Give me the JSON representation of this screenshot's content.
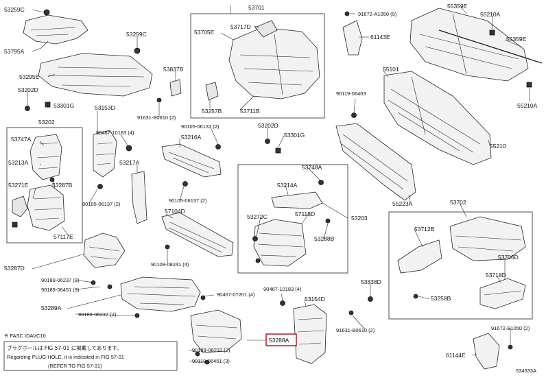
{
  "labels": {
    "l53259c_top": "53259C",
    "l53795a": "53795A",
    "l53259c_mid": "53259C",
    "l53295e": "53295E",
    "l53202d_left": "53202D",
    "l53301g_left": "53301G",
    "l53153d": "53153D",
    "l53202": "53202",
    "l53747a": "53747A",
    "l53213a": "53213A",
    "l53271e": "53271E",
    "l53287b": "53287B",
    "l57117e": "57117E",
    "l53287d": "53287D",
    "l53289a": "53289A",
    "l90467_10183_a": "90467-10183 (4)",
    "l53217a": "53217A",
    "l53216a": "53216A",
    "l90105_06137_a": "90105-06137 (2)",
    "l90105_06137_b": "90105-06137 (2)",
    "l90105_06137_c": "90105-06137 (2)",
    "l57104d": "57104D",
    "l90109_08241": "90109-08241 (4)",
    "l90189_06237_a": "90189-06237 (2)",
    "l90189_06451_a": "90189-06451 (3)",
    "l90189_06237_b": "90189-06237 (2)",
    "l53701": "53701",
    "l53717d": "53717D",
    "l53705e": "53705E",
    "l53837b": "53837B",
    "l53257b": "53257B",
    "l53711b": "53711B",
    "l91631_b0610_a": "91631-B0610 (2)",
    "l53202d_mid": "53202D",
    "l53301g_mid": "53301G",
    "l53748a": "53748A",
    "l53214a": "53214A",
    "l53272c": "53272C",
    "l57118d": "57118D",
    "l53288b": "53288B",
    "l53203": "53203",
    "l90467_07201": "90467-07201 (4)",
    "l90467_10183_b": "90467-10183 (4)",
    "l53154d": "53154D",
    "l53288a": "53288A",
    "l90189_06237_c": "90189-06237 (2)",
    "l90119_06451": "90119-06451 (3)",
    "l91672_a1050": "91672-A1050 (9)",
    "l61143e": "61143E",
    "l90119_06403": "90119-06403",
    "l55101": "55101",
    "l55359e_top": "55359E",
    "l55210a_top": "55210A",
    "l55359e_right": "55359E",
    "l55210a_mid": "55210A",
    "l55210": "55210",
    "l55223a": "55223A",
    "l53702": "53702",
    "l53712b": "53712B",
    "l53706d": "53706D",
    "l53718d": "53718D",
    "l53838d": "53838D",
    "l53258b": "53258B",
    "l91631_b0610_b": "91631-B0610 (2)",
    "l91672_b1050": "91672-B1050 (2)",
    "l61144e": "61144E",
    "l534333a": "534333A"
  },
  "notes": {
    "fasc": "※ FASC IDAVC10",
    "jp_line": "ブラグホールは FIG 57-01 に掲載してあります。",
    "en_line": "Regarding PLUG HOLE, it is indicated in FIG 57-01",
    "ref_line": "(REFER TO FIG 57-01)"
  },
  "highlight": {
    "part_number": "53288A",
    "color": "#b0273a"
  }
}
